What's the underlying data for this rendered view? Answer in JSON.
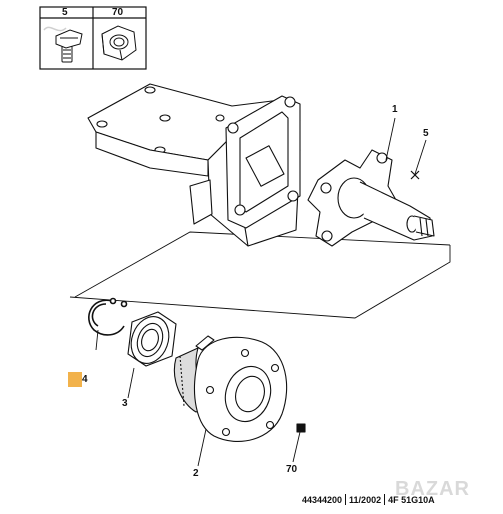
{
  "legend": {
    "items": [
      {
        "ref": "5",
        "icon": "bolt-icon"
      },
      {
        "ref": "70",
        "icon": "nut-icon"
      }
    ]
  },
  "callouts": {
    "c1": "1",
    "c5": "5",
    "c4": "4",
    "c3": "3",
    "c2": "2",
    "c70": "70"
  },
  "footer": {
    "code": "44344200",
    "date": "11/2002",
    "ref": "4F 51G10A"
  },
  "watermark": "BAZAR",
  "colors": {
    "line": "#111111",
    "highlight": "#f2b24b"
  }
}
